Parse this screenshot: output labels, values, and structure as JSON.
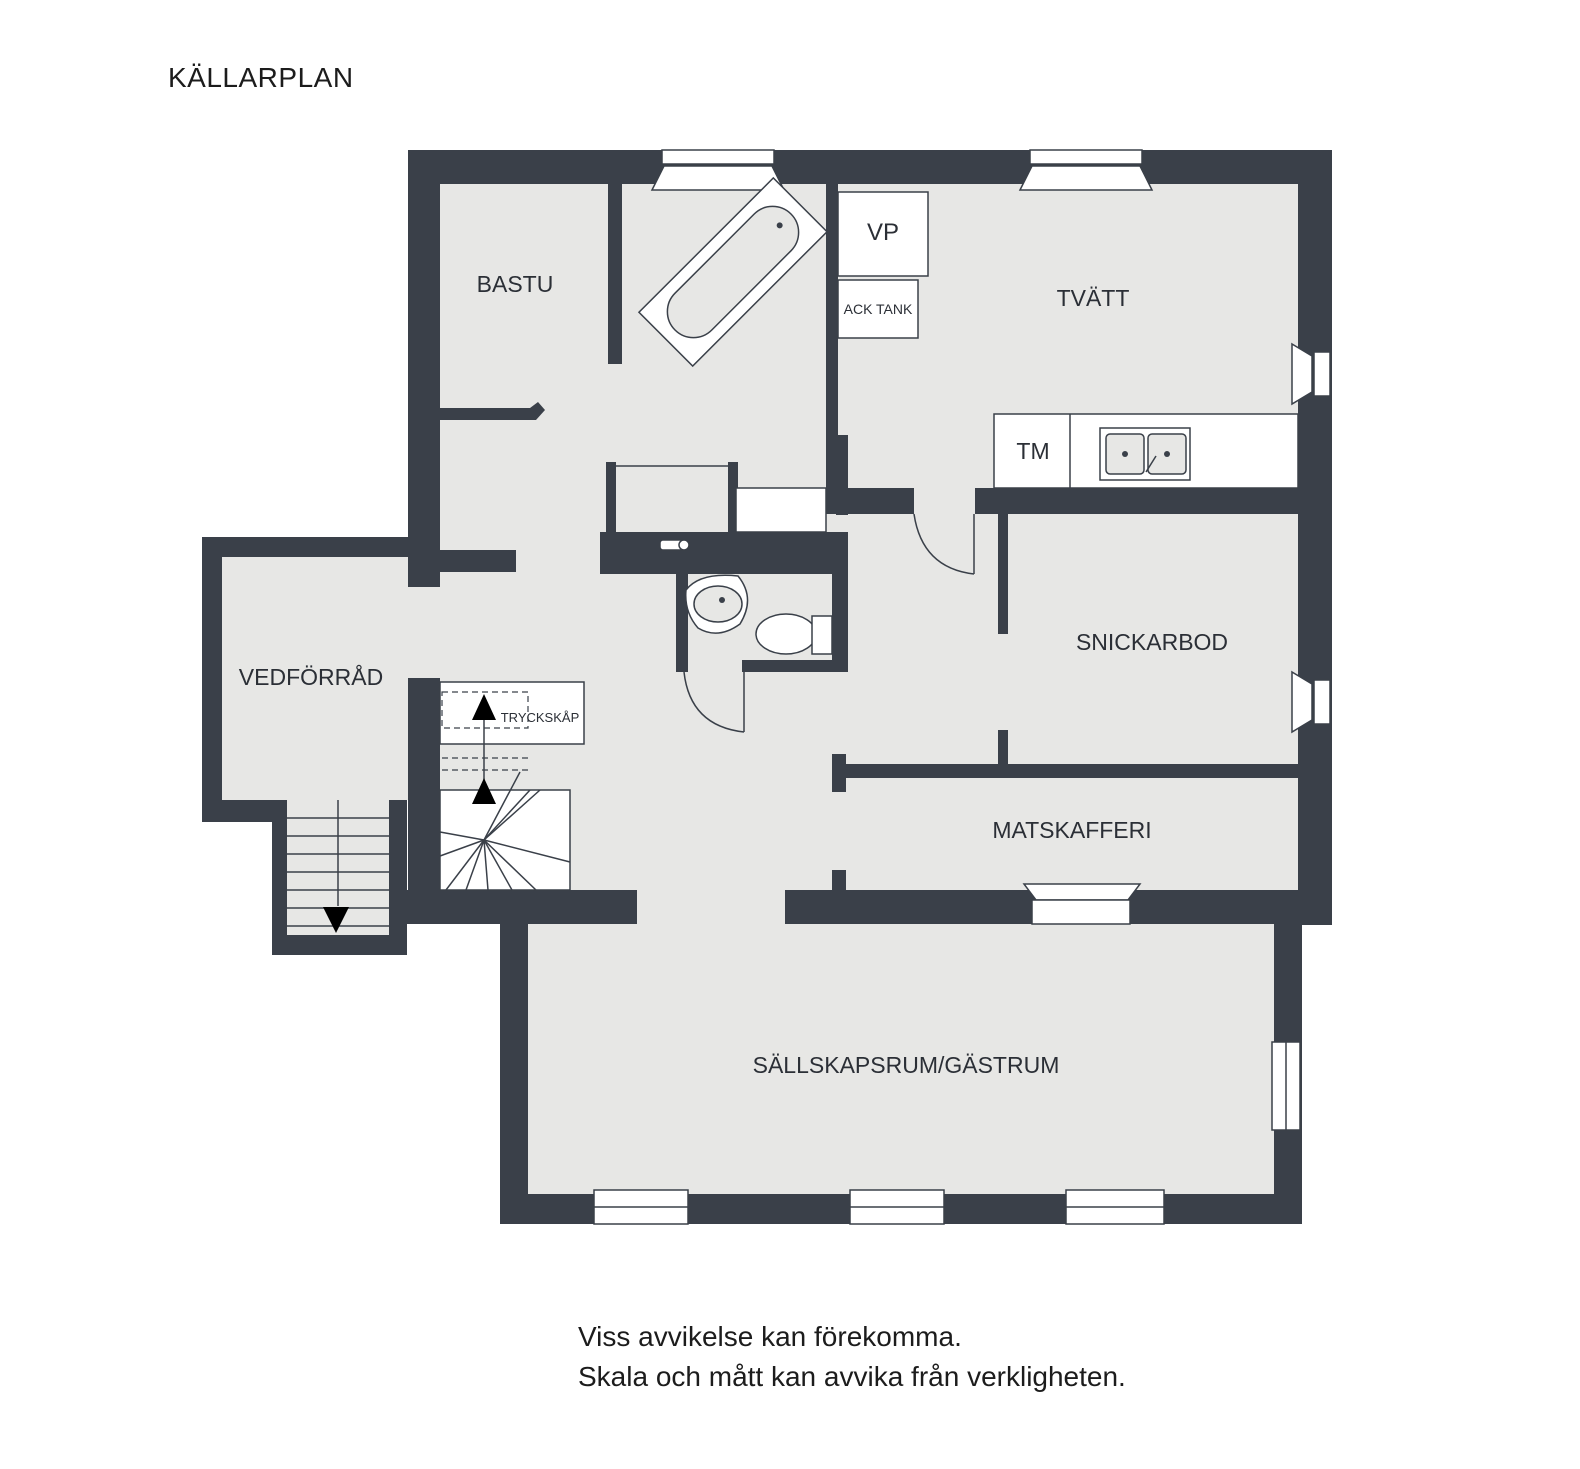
{
  "plan": {
    "title": "KÄLLARPLAN",
    "rooms": {
      "bastu": "BASTU",
      "vp": "VP",
      "ack_tank": "ACK TANK",
      "tvatt": "TVÄTT",
      "tm": "TM",
      "snickarbod": "SNICKARBOD",
      "vedforrad": "VEDFÖRRÅD",
      "tryckskap": "TRYCKSKÅP",
      "matskafferi": "MATSKAFFERI",
      "sallskapsrum": "SÄLLSKAPSRUM/GÄSTRUM"
    },
    "disclaimer": [
      "Viss avvikelse kan förekomma.",
      "Skala och mått kan avvika från verkligheten."
    ]
  },
  "colors": {
    "wall": "#3a4049",
    "floor": "#e7e7e5",
    "background": "#ffffff"
  }
}
